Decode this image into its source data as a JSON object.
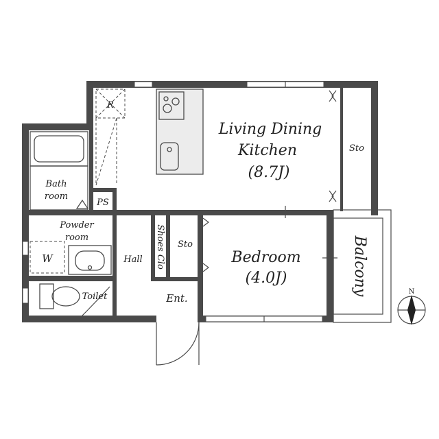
{
  "rooms": {
    "ldk": {
      "name_line1": "Living Dining",
      "name_line2": "Kitchen",
      "size": "(8.7J)"
    },
    "bedroom": {
      "name": "Bedroom",
      "size": "(4.0J)"
    },
    "bathroom": {
      "line1": "Bath",
      "line2": "room"
    },
    "powder_room": {
      "line1": "Powder",
      "line2": "room"
    },
    "washer": "W",
    "ps": "PS",
    "refrigerator": "R",
    "toilet": "Toilet",
    "hall": "Hall",
    "shoes_closet": "Shoes Clo",
    "storage_ldk": "Sto",
    "storage_hall": "Sto",
    "entrance": "Ent.",
    "balcony": "Balcony"
  },
  "compass": {
    "north_label": "N"
  }
}
